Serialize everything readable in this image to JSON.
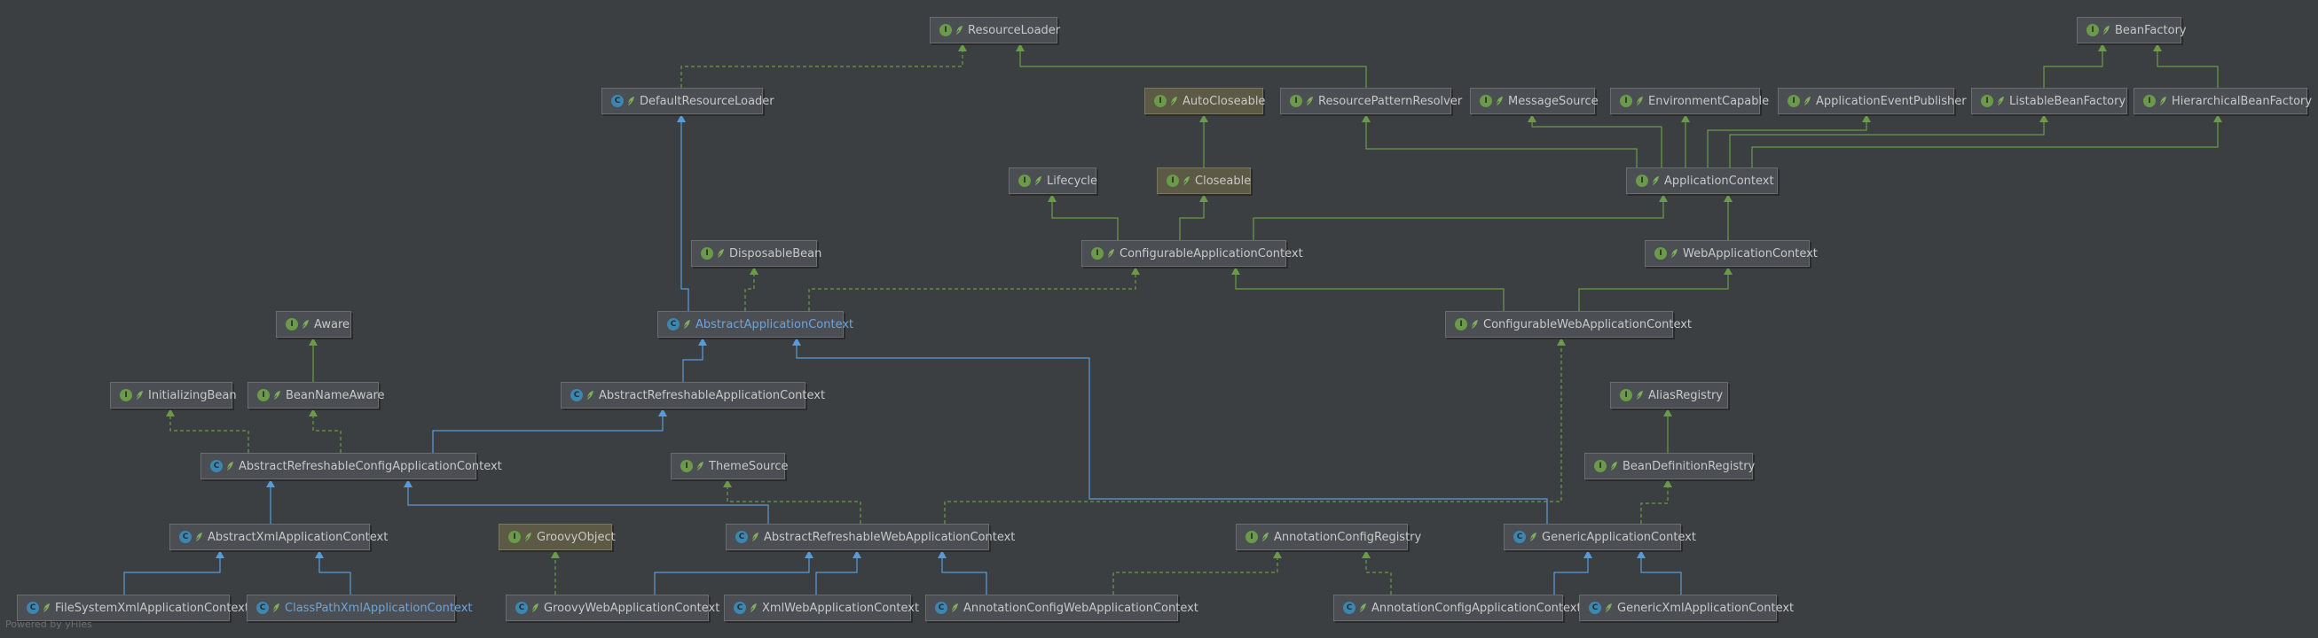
{
  "colors": {
    "background": "#3c3f41",
    "extends_interface": "#6a9a4a",
    "extends_class": "#5b9bd5",
    "implements": "#6a9a4a",
    "selected_text": "#6ea4d8"
  },
  "nodes": [
    {
      "id": "ResourceLoader",
      "label": "ResourceLoader",
      "kind": "I"
    },
    {
      "id": "BeanFactory",
      "label": "BeanFactory",
      "kind": "I"
    },
    {
      "id": "DefaultResourceLoader",
      "label": "DefaultResourceLoader",
      "kind": "C"
    },
    {
      "id": "AutoCloseable",
      "label": "AutoCloseable",
      "kind": "I",
      "tinted": true
    },
    {
      "id": "ResourcePatternResolver",
      "label": "ResourcePatternResolver",
      "kind": "I"
    },
    {
      "id": "MessageSource",
      "label": "MessageSource",
      "kind": "I"
    },
    {
      "id": "EnvironmentCapable",
      "label": "EnvironmentCapable",
      "kind": "I"
    },
    {
      "id": "ApplicationEventPublisher",
      "label": "ApplicationEventPublisher",
      "kind": "I"
    },
    {
      "id": "ListableBeanFactory",
      "label": "ListableBeanFactory",
      "kind": "I"
    },
    {
      "id": "HierarchicalBeanFactory",
      "label": "HierarchicalBeanFactory",
      "kind": "I"
    },
    {
      "id": "Lifecycle",
      "label": "Lifecycle",
      "kind": "I"
    },
    {
      "id": "Closeable",
      "label": "Closeable",
      "kind": "I",
      "tinted": true
    },
    {
      "id": "ApplicationContext",
      "label": "ApplicationContext",
      "kind": "I"
    },
    {
      "id": "DisposableBean",
      "label": "DisposableBean",
      "kind": "I"
    },
    {
      "id": "ConfigurableApplicationContext",
      "label": "ConfigurableApplicationContext",
      "kind": "I"
    },
    {
      "id": "WebApplicationContext",
      "label": "WebApplicationContext",
      "kind": "I"
    },
    {
      "id": "Aware",
      "label": "Aware",
      "kind": "I"
    },
    {
      "id": "AbstractApplicationContext",
      "label": "AbstractApplicationContext",
      "kind": "A",
      "selected": true
    },
    {
      "id": "ConfigurableWebApplicationContext",
      "label": "ConfigurableWebApplicationContext",
      "kind": "I"
    },
    {
      "id": "InitializingBean",
      "label": "InitializingBean",
      "kind": "I"
    },
    {
      "id": "BeanNameAware",
      "label": "BeanNameAware",
      "kind": "I"
    },
    {
      "id": "AbstractRefreshableApplicationContext",
      "label": "AbstractRefreshableApplicationContext",
      "kind": "A"
    },
    {
      "id": "AliasRegistry",
      "label": "AliasRegistry",
      "kind": "I"
    },
    {
      "id": "AbstractRefreshableConfigApplicationContext",
      "label": "AbstractRefreshableConfigApplicationContext",
      "kind": "A"
    },
    {
      "id": "ThemeSource",
      "label": "ThemeSource",
      "kind": "I"
    },
    {
      "id": "BeanDefinitionRegistry",
      "label": "BeanDefinitionRegistry",
      "kind": "I"
    },
    {
      "id": "AbstractXmlApplicationContext",
      "label": "AbstractXmlApplicationContext",
      "kind": "A"
    },
    {
      "id": "GroovyObject",
      "label": "GroovyObject",
      "kind": "I",
      "tinted": true
    },
    {
      "id": "AbstractRefreshableWebApplicationContext",
      "label": "AbstractRefreshableWebApplicationContext",
      "kind": "A"
    },
    {
      "id": "AnnotationConfigRegistry",
      "label": "AnnotationConfigRegistry",
      "kind": "I"
    },
    {
      "id": "GenericApplicationContext",
      "label": "GenericApplicationContext",
      "kind": "C"
    },
    {
      "id": "FileSystemXmlApplicationContext",
      "label": "FileSystemXmlApplicationContext",
      "kind": "C"
    },
    {
      "id": "ClassPathXmlApplicationContext",
      "label": "ClassPathXmlApplicationContext",
      "kind": "C",
      "selected": true
    },
    {
      "id": "GroovyWebApplicationContext",
      "label": "GroovyWebApplicationContext",
      "kind": "C"
    },
    {
      "id": "XmlWebApplicationContext",
      "label": "XmlWebApplicationContext",
      "kind": "C"
    },
    {
      "id": "AnnotationConfigWebApplicationContext",
      "label": "AnnotationConfigWebApplicationContext",
      "kind": "C"
    },
    {
      "id": "AnnotationConfigApplicationContext",
      "label": "AnnotationConfigApplicationContext",
      "kind": "C"
    },
    {
      "id": "GenericXmlApplicationContext",
      "label": "GenericXmlApplicationContext",
      "kind": "C"
    }
  ],
  "edges": [
    {
      "from": "DefaultResourceLoader",
      "to": "ResourceLoader",
      "type": "implements"
    },
    {
      "from": "ResourcePatternResolver",
      "to": "ResourceLoader",
      "type": "extends_interface"
    },
    {
      "from": "Closeable",
      "to": "AutoCloseable",
      "type": "extends_interface"
    },
    {
      "from": "ApplicationContext",
      "to": "ResourcePatternResolver",
      "type": "extends_interface"
    },
    {
      "from": "ApplicationContext",
      "to": "MessageSource",
      "type": "extends_interface"
    },
    {
      "from": "ApplicationContext",
      "to": "EnvironmentCapable",
      "type": "extends_interface"
    },
    {
      "from": "ApplicationContext",
      "to": "ApplicationEventPublisher",
      "type": "extends_interface"
    },
    {
      "from": "ApplicationContext",
      "to": "ListableBeanFactory",
      "type": "extends_interface"
    },
    {
      "from": "ApplicationContext",
      "to": "HierarchicalBeanFactory",
      "type": "extends_interface"
    },
    {
      "from": "ListableBeanFactory",
      "to": "BeanFactory",
      "type": "extends_interface"
    },
    {
      "from": "HierarchicalBeanFactory",
      "to": "BeanFactory",
      "type": "extends_interface"
    },
    {
      "from": "ConfigurableApplicationContext",
      "to": "Lifecycle",
      "type": "extends_interface"
    },
    {
      "from": "ConfigurableApplicationContext",
      "to": "Closeable",
      "type": "extends_interface"
    },
    {
      "from": "ConfigurableApplicationContext",
      "to": "ApplicationContext",
      "type": "extends_interface"
    },
    {
      "from": "WebApplicationContext",
      "to": "ApplicationContext",
      "type": "extends_interface"
    },
    {
      "from": "ConfigurableWebApplicationContext",
      "to": "ConfigurableApplicationContext",
      "type": "extends_interface"
    },
    {
      "from": "ConfigurableWebApplicationContext",
      "to": "WebApplicationContext",
      "type": "extends_interface"
    },
    {
      "from": "AbstractApplicationContext",
      "to": "DefaultResourceLoader",
      "type": "extends_class"
    },
    {
      "from": "AbstractApplicationContext",
      "to": "DisposableBean",
      "type": "implements"
    },
    {
      "from": "AbstractApplicationContext",
      "to": "ConfigurableApplicationContext",
      "type": "implements"
    },
    {
      "from": "BeanNameAware",
      "to": "Aware",
      "type": "extends_interface"
    },
    {
      "from": "AbstractRefreshableApplicationContext",
      "to": "AbstractApplicationContext",
      "type": "extends_class"
    },
    {
      "from": "AbstractRefreshableConfigApplicationContext",
      "to": "AbstractRefreshableApplicationContext",
      "type": "extends_class"
    },
    {
      "from": "AbstractRefreshableConfigApplicationContext",
      "to": "InitializingBean",
      "type": "implements"
    },
    {
      "from": "AbstractRefreshableConfigApplicationContext",
      "to": "BeanNameAware",
      "type": "implements"
    },
    {
      "from": "BeanDefinitionRegistry",
      "to": "AliasRegistry",
      "type": "extends_interface"
    },
    {
      "from": "AbstractXmlApplicationContext",
      "to": "AbstractRefreshableConfigApplicationContext",
      "type": "extends_class"
    },
    {
      "from": "AbstractRefreshableWebApplicationContext",
      "to": "AbstractRefreshableConfigApplicationContext",
      "type": "extends_class"
    },
    {
      "from": "AbstractRefreshableWebApplicationContext",
      "to": "ThemeSource",
      "type": "implements"
    },
    {
      "from": "AbstractRefreshableWebApplicationContext",
      "to": "ConfigurableWebApplicationContext",
      "type": "implements"
    },
    {
      "from": "GenericApplicationContext",
      "to": "AbstractApplicationContext",
      "type": "extends_class"
    },
    {
      "from": "GenericApplicationContext",
      "to": "BeanDefinitionRegistry",
      "type": "implements"
    },
    {
      "from": "FileSystemXmlApplicationContext",
      "to": "AbstractXmlApplicationContext",
      "type": "extends_class"
    },
    {
      "from": "ClassPathXmlApplicationContext",
      "to": "AbstractXmlApplicationContext",
      "type": "extends_class"
    },
    {
      "from": "GroovyWebApplicationContext",
      "to": "AbstractRefreshableWebApplicationContext",
      "type": "extends_class"
    },
    {
      "from": "GroovyWebApplicationContext",
      "to": "GroovyObject",
      "type": "implements"
    },
    {
      "from": "XmlWebApplicationContext",
      "to": "AbstractRefreshableWebApplicationContext",
      "type": "extends_class"
    },
    {
      "from": "AnnotationConfigWebApplicationContext",
      "to": "AbstractRefreshableWebApplicationContext",
      "type": "extends_class"
    },
    {
      "from": "AnnotationConfigWebApplicationContext",
      "to": "AnnotationConfigRegistry",
      "type": "implements"
    },
    {
      "from": "AnnotationConfigApplicationContext",
      "to": "GenericApplicationContext",
      "type": "extends_class"
    },
    {
      "from": "AnnotationConfigApplicationContext",
      "to": "AnnotationConfigRegistry",
      "type": "implements"
    },
    {
      "from": "GenericXmlApplicationContext",
      "to": "GenericApplicationContext",
      "type": "extends_class"
    }
  ],
  "footer": "Powered by yFiles"
}
